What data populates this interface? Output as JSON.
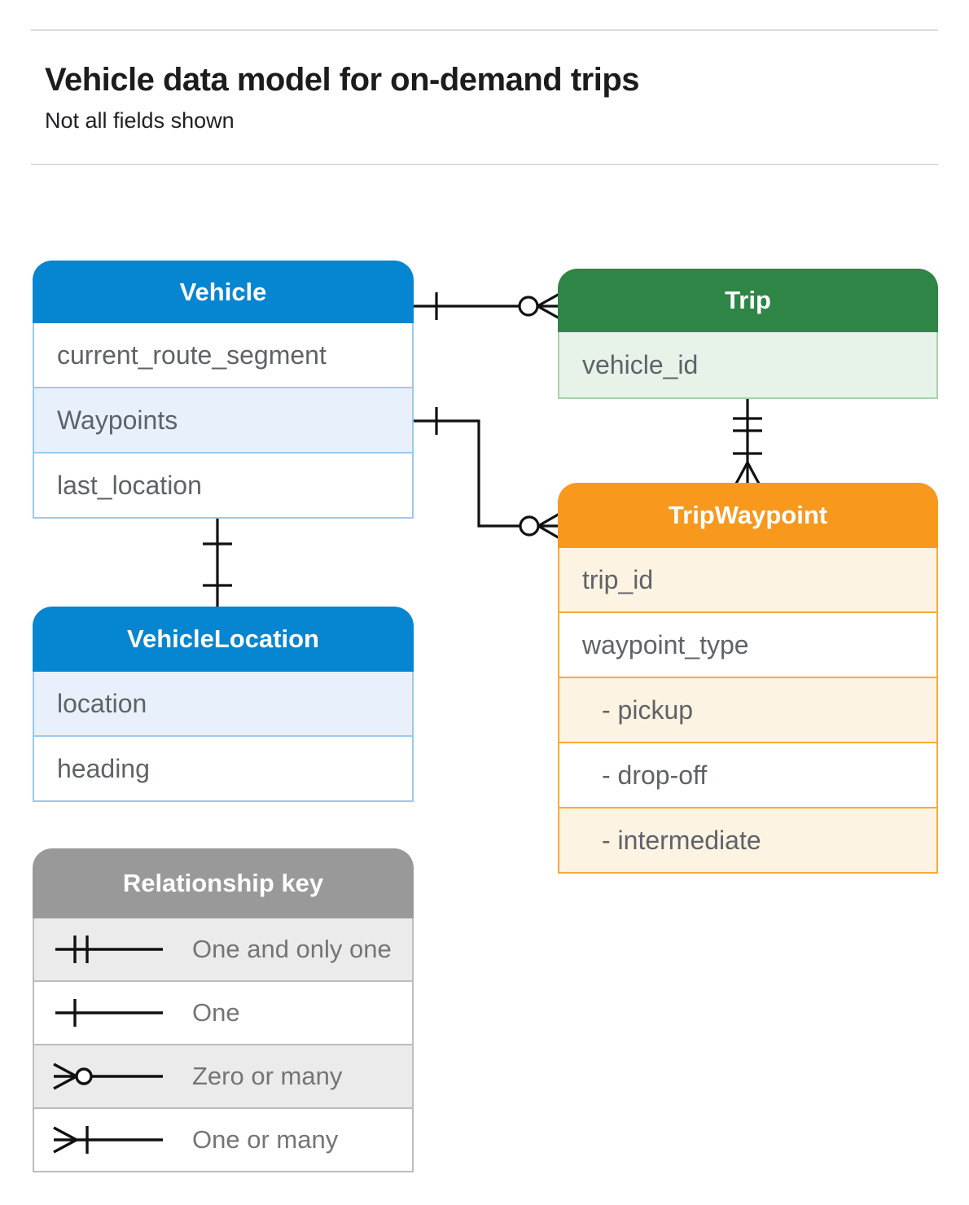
{
  "page": {
    "title": "Vehicle data model for on-demand trips",
    "subtitle": "Not all fields shown"
  },
  "colors": {
    "blue_header": "#0685d1",
    "blue_row": "#e8f1fb",
    "blue_border": "#9cc9ed",
    "green_header": "#2e8546",
    "green_row": "#e7f2e9",
    "green_border": "#a8d3b2",
    "orange_header": "#f8981d",
    "orange_row": "#fdf3e2",
    "orange_border": "#f8ab37",
    "gray_header": "#999999",
    "gray_row": "#ebebeb",
    "gray_border": "#bdbdbd",
    "field_text": "#5f6368",
    "key_text": "#757575",
    "connector": "#111111"
  },
  "entities": [
    {
      "title": "Vehicle",
      "fields": [
        "current_route_segment",
        "Waypoints",
        "last_location"
      ]
    },
    {
      "title": "Trip",
      "fields": [
        "vehicle_id"
      ]
    },
    {
      "title": "TripWaypoint",
      "fields": [
        "trip_id",
        "waypoint_type",
        "- pickup",
        "- drop-off",
        "- intermediate"
      ]
    },
    {
      "title": "VehicleLocation",
      "fields": [
        "location",
        "heading"
      ]
    }
  ],
  "key": {
    "title": "Relationship key",
    "items": [
      {
        "label": "One and only one"
      },
      {
        "label": "One"
      },
      {
        "label": "Zero or many"
      },
      {
        "label": "One or many"
      }
    ]
  }
}
